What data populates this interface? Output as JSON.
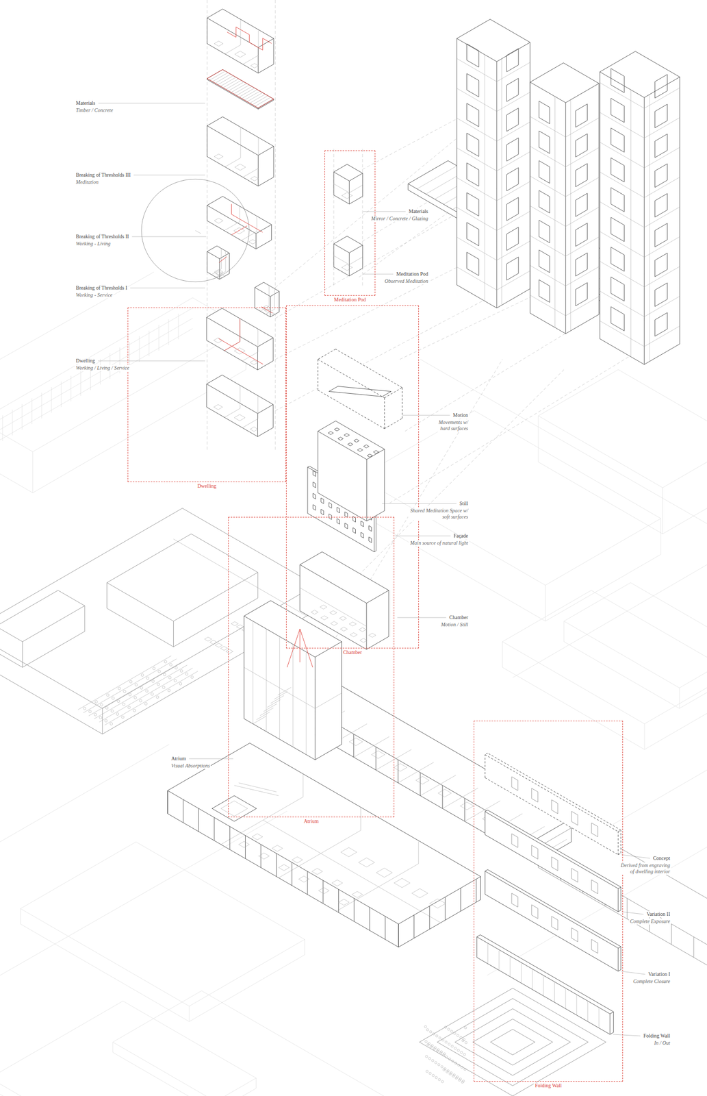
{
  "diagram": {
    "nodes": [
      {
        "text": [
          "Meditation Pod"
        ]
      },
      {
        "text": [
          "Dwelling"
        ]
      },
      {
        "text": [
          "Chamber"
        ]
      },
      {
        "text": [
          "Atrium"
        ]
      },
      {
        "text": [
          "Folding Wall"
        ]
      }
    ],
    "labels": [
      "Materials",
      "Timber / Concrete",
      "Breaking of Thresholds III",
      "Meditation",
      "Materials",
      "Mirror / Concrete / Glazing",
      "Breaking of Thresholds II",
      "Working - Living",
      "Meditation Pod",
      "Observed Meditation",
      "Breaking of Thresholds I",
      "Working - Service",
      "Dwelling",
      "Working / Living / Service",
      "Motion",
      "Movements w/ hard surfaces",
      "Still",
      "Shared Meditation Space w/ soft surfaces",
      "Façade",
      "Main source of natural light",
      "Chamber",
      "Motion / Still",
      "Atrium",
      "Visual Absorptions",
      "Concept",
      "Derived from engraving of dwelling interior",
      "Variation II",
      "Complete Exposure",
      "Variation I",
      "Complete Closure",
      "Folding Wall",
      "In / Out"
    ]
  }
}
